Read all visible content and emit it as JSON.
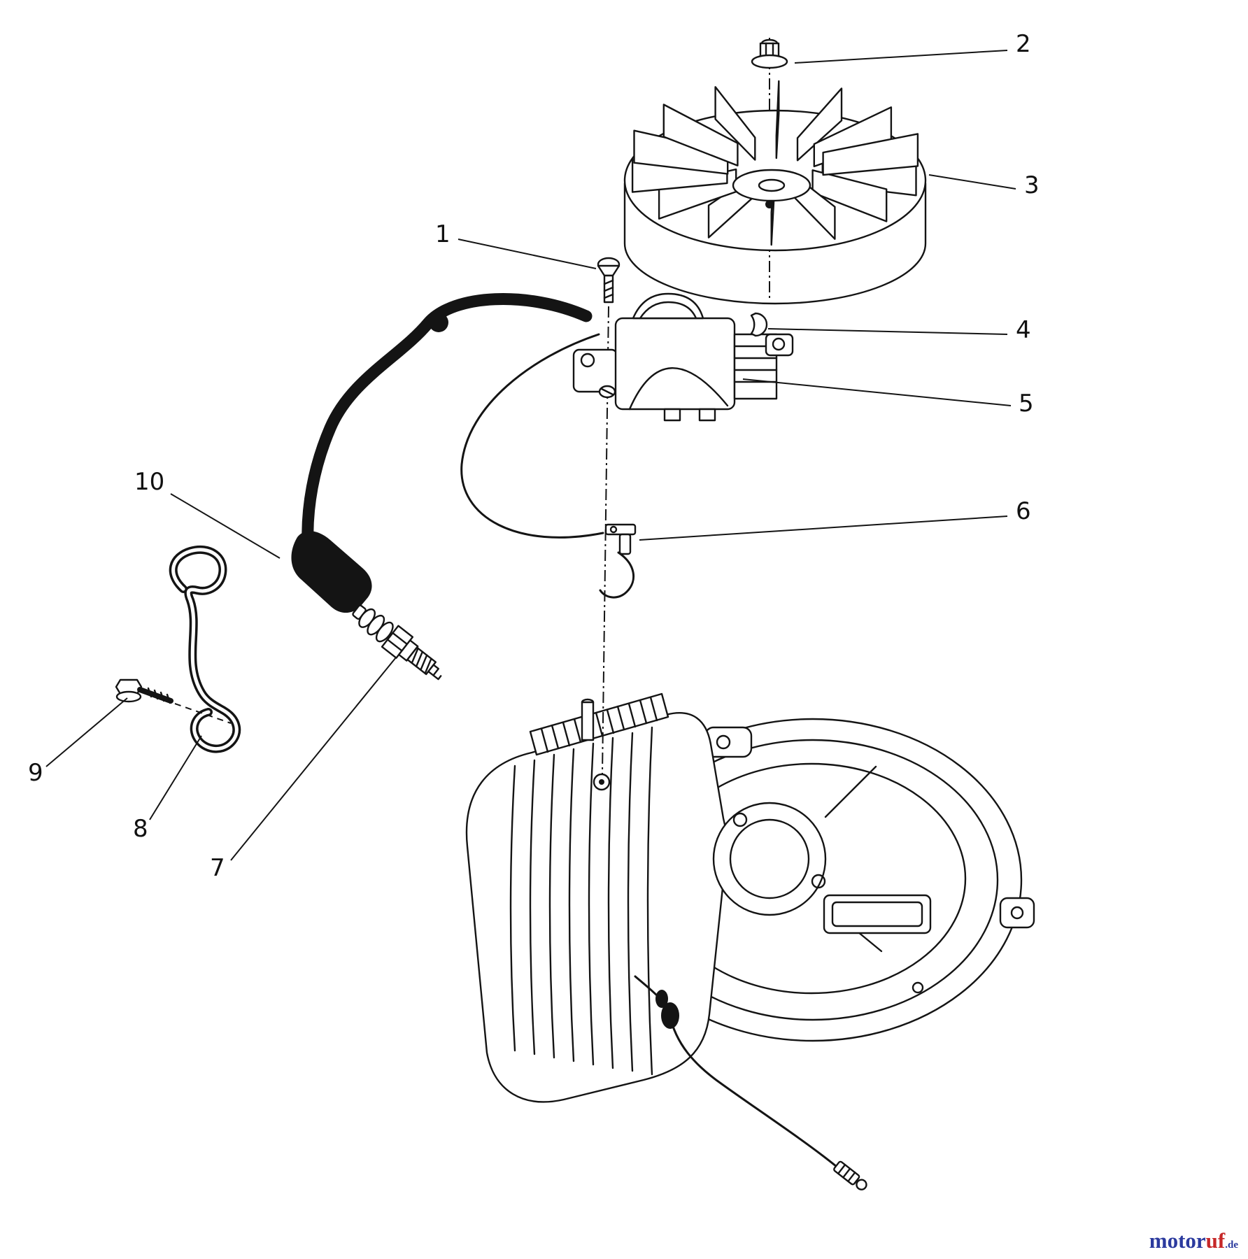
{
  "diagram": {
    "description": "Exploded parts diagram - small engine ignition assembly",
    "part_labels": [
      "1",
      "2",
      "3",
      "4",
      "5",
      "6",
      "7",
      "8",
      "9",
      "10"
    ]
  },
  "watermark": {
    "brand_blue": "motor",
    "brand_red": "uf",
    "tld": ".de",
    "blue_color": "#2b3a9e",
    "red_color": "#c62828"
  },
  "colors": {
    "line": "#141414",
    "background": "#ffffff"
  }
}
